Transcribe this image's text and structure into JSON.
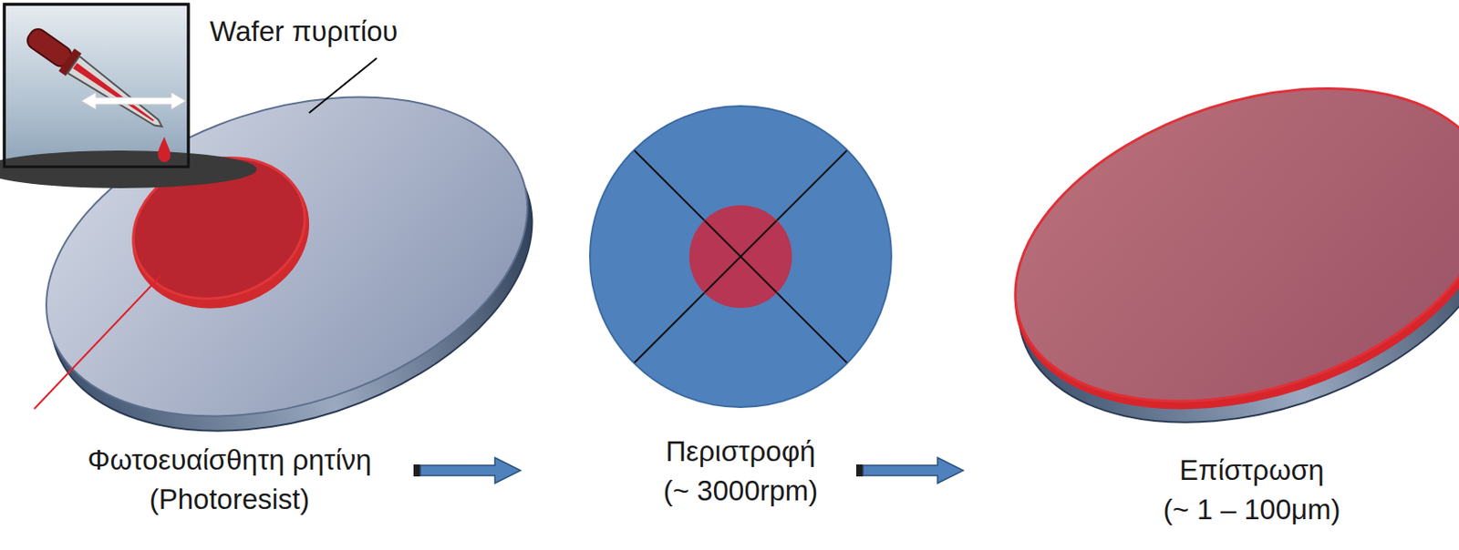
{
  "diagram": {
    "labels": [
      "Wafer πυριτίου",
      "Φωτοευαίσθητη ρητίνη (Photoresist)",
      "Περιστροφή (~ 3000rpm)",
      "Επίστρωση (~ 1 – 100μm)"
    ]
  }
}
